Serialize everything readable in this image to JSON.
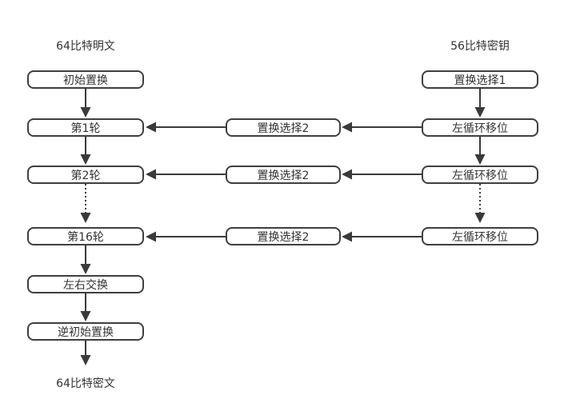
{
  "colors": {
    "background": "#ffffff",
    "box_border": "#3f3f3f",
    "arrow": "#3a3a3a",
    "text": "#333333"
  },
  "left_column": {
    "top_label": "64比特明文",
    "boxes": [
      {
        "label": "初始置换"
      },
      {
        "label": "第1轮"
      },
      {
        "label": "第2轮"
      },
      {
        "label": "第16轮"
      },
      {
        "label": "左右交换"
      },
      {
        "label": "逆初始置换"
      }
    ],
    "bottom_label": "64比特密文"
  },
  "middle_column": {
    "boxes": [
      {
        "label": "置换选择2"
      },
      {
        "label": "置换选择2"
      },
      {
        "label": "置换选择2"
      }
    ]
  },
  "right_column": {
    "top_label": "56比特密钥",
    "boxes": [
      {
        "label": "置换选择1"
      },
      {
        "label": "左循环移位"
      },
      {
        "label": "左循环移位"
      },
      {
        "label": "左循环移位"
      }
    ]
  }
}
